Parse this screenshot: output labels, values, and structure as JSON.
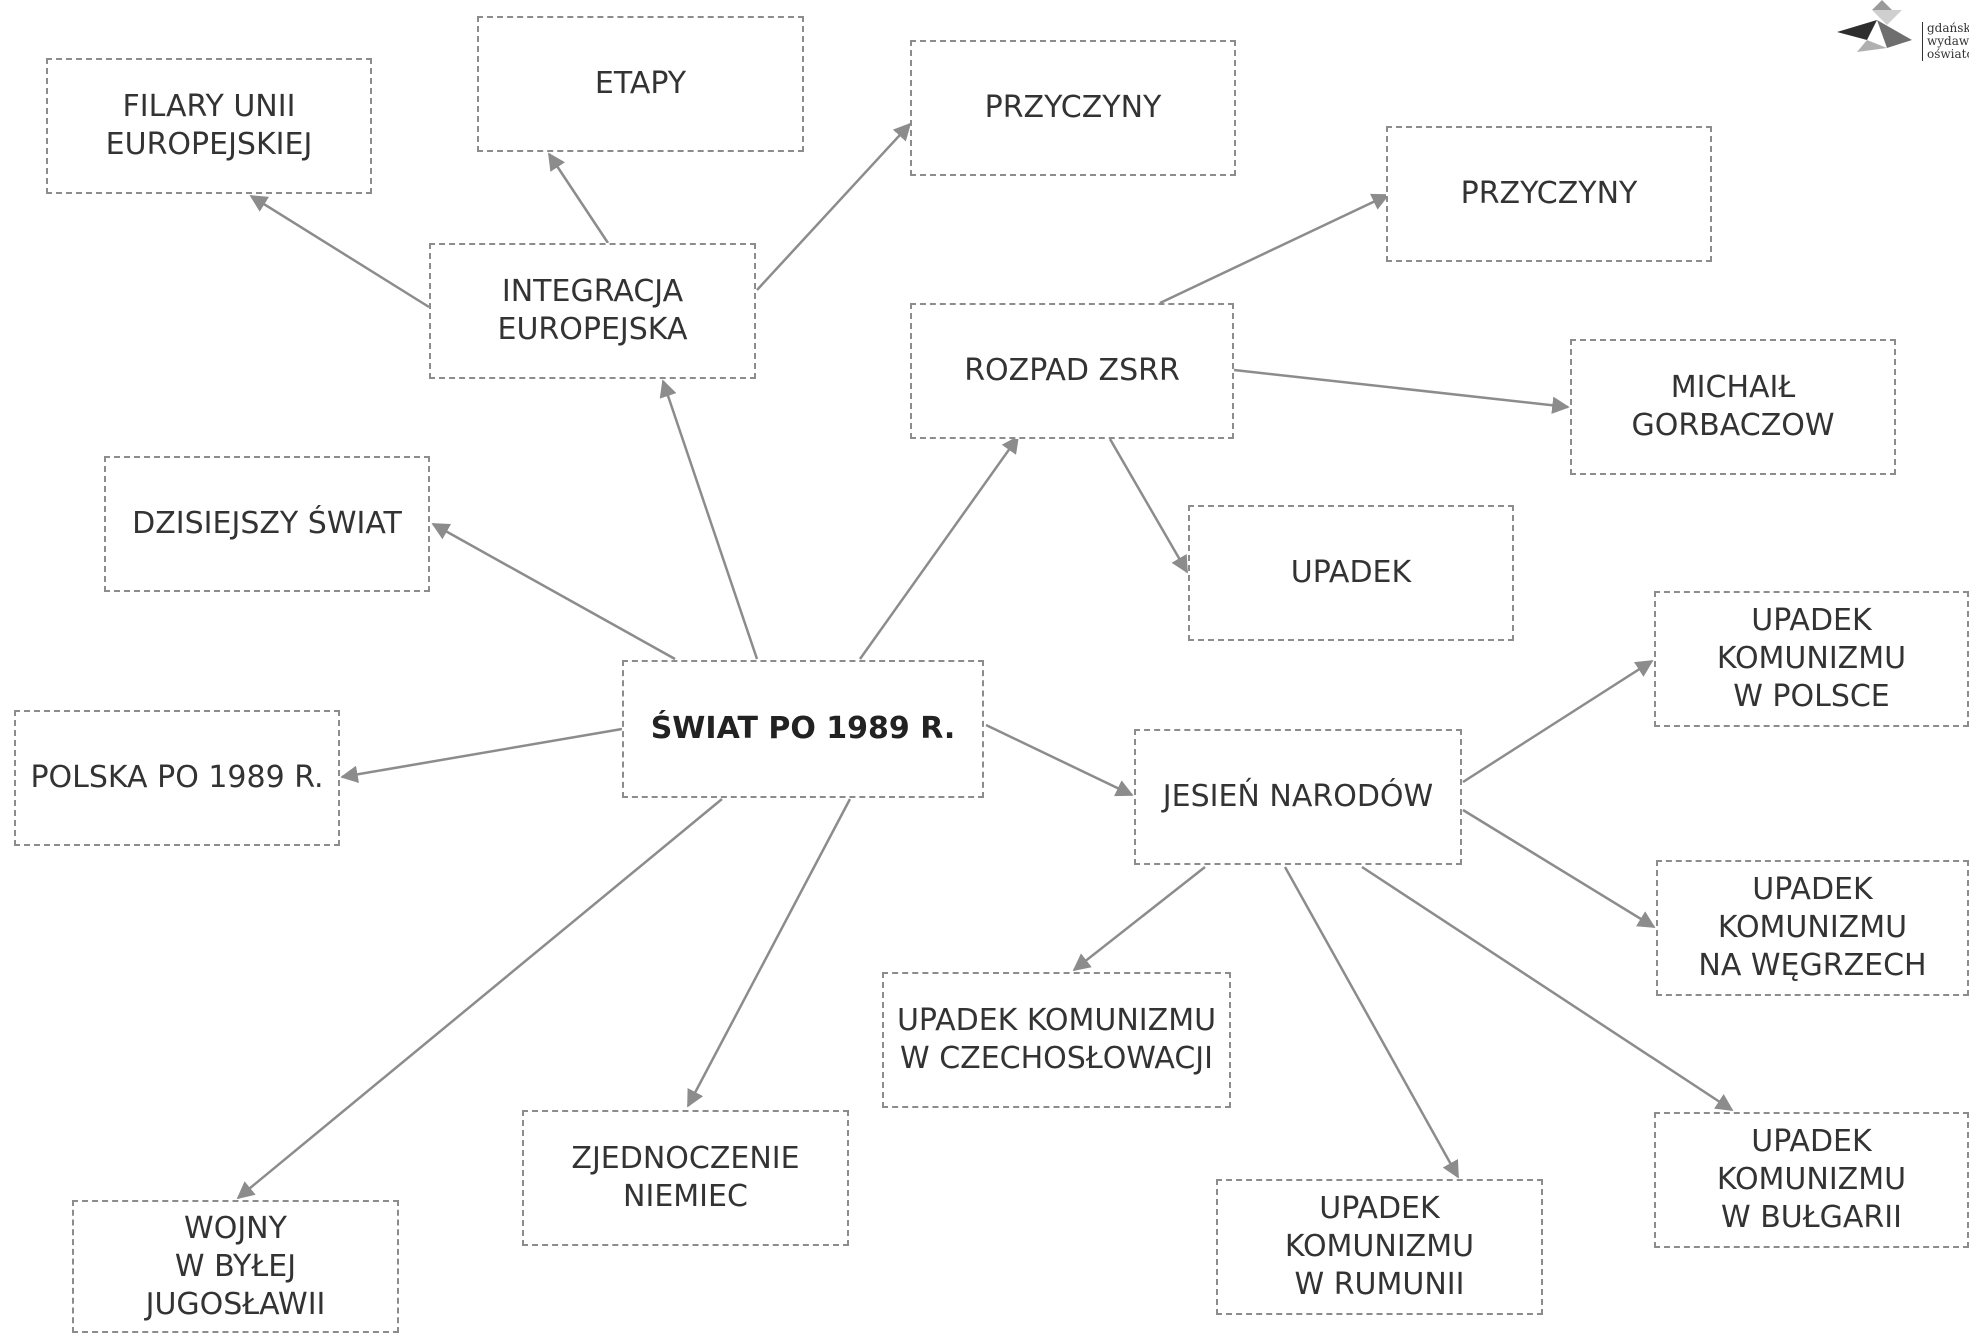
{
  "logo": {
    "name": "gdansk-publisher-logo-icon",
    "text": "gdańskie\nwydawnictwo\noświatowe"
  },
  "colors": {
    "border": "#8c8c8c",
    "arrow": "#8c8c8c",
    "text": "#333333"
  },
  "diagram": {
    "type": "mind-map",
    "nodes": [
      {
        "id": "swiat",
        "text": "ŚWIAT PO 1989 R.",
        "bold": true
      },
      {
        "id": "integracja",
        "text": "INTEGRACJA\nEUROPEJSKA"
      },
      {
        "id": "filary",
        "text": "FILARY UNII\nEUROPEJSKIEJ"
      },
      {
        "id": "etapy",
        "text": "ETAPY"
      },
      {
        "id": "przyczyny1",
        "text": "PRZYCZYNY"
      },
      {
        "id": "rozpad",
        "text": "ROZPAD ZSRR"
      },
      {
        "id": "przyczyny2",
        "text": "PRZYCZYNY"
      },
      {
        "id": "gorbaczow",
        "text": "MICHAIŁ\nGORBACZOW"
      },
      {
        "id": "upadek",
        "text": "UPADEK"
      },
      {
        "id": "dzisiejszy",
        "text": "DZISIEJSZY ŚWIAT"
      },
      {
        "id": "polska",
        "text": "POLSKA PO 1989 R."
      },
      {
        "id": "jesien",
        "text": "JESIEŃ NARODÓW"
      },
      {
        "id": "polsce",
        "text": "UPADEK\nKOMUNIZMU\nW POLSCE"
      },
      {
        "id": "wegrzech",
        "text": "UPADEK\nKOMUNIZMU\nNA WĘGRZECH"
      },
      {
        "id": "czecho",
        "text": "UPADEK KOMUNIZMU\nW CZECHOSŁOWACJI"
      },
      {
        "id": "rumunii",
        "text": "UPADEK\nKOMUNIZMU\nW RUMUNII"
      },
      {
        "id": "bulgarii",
        "text": "UPADEK\nKOMUNIZMU\nW BUŁGARII"
      },
      {
        "id": "zjednoczenie",
        "text": "ZJEDNOCZENIE\nNIEMIEC"
      },
      {
        "id": "wojny",
        "text": "WOJNY\nW BYŁEJ\nJUGOSŁAWII"
      }
    ],
    "edges": [
      {
        "from": "swiat",
        "to": "integracja"
      },
      {
        "from": "swiat",
        "to": "rozpad"
      },
      {
        "from": "swiat",
        "to": "dzisiejszy"
      },
      {
        "from": "swiat",
        "to": "polska"
      },
      {
        "from": "swiat",
        "to": "jesien"
      },
      {
        "from": "swiat",
        "to": "zjednoczenie"
      },
      {
        "from": "swiat",
        "to": "wojny"
      },
      {
        "from": "integracja",
        "to": "filary"
      },
      {
        "from": "integracja",
        "to": "etapy"
      },
      {
        "from": "integracja",
        "to": "przyczyny1"
      },
      {
        "from": "rozpad",
        "to": "przyczyny2"
      },
      {
        "from": "rozpad",
        "to": "gorbaczow"
      },
      {
        "from": "rozpad",
        "to": "upadek"
      },
      {
        "from": "jesien",
        "to": "polsce"
      },
      {
        "from": "jesien",
        "to": "wegrzech"
      },
      {
        "from": "jesien",
        "to": "czecho"
      },
      {
        "from": "jesien",
        "to": "rumunii"
      },
      {
        "from": "jesien",
        "to": "bulgarii"
      }
    ]
  }
}
